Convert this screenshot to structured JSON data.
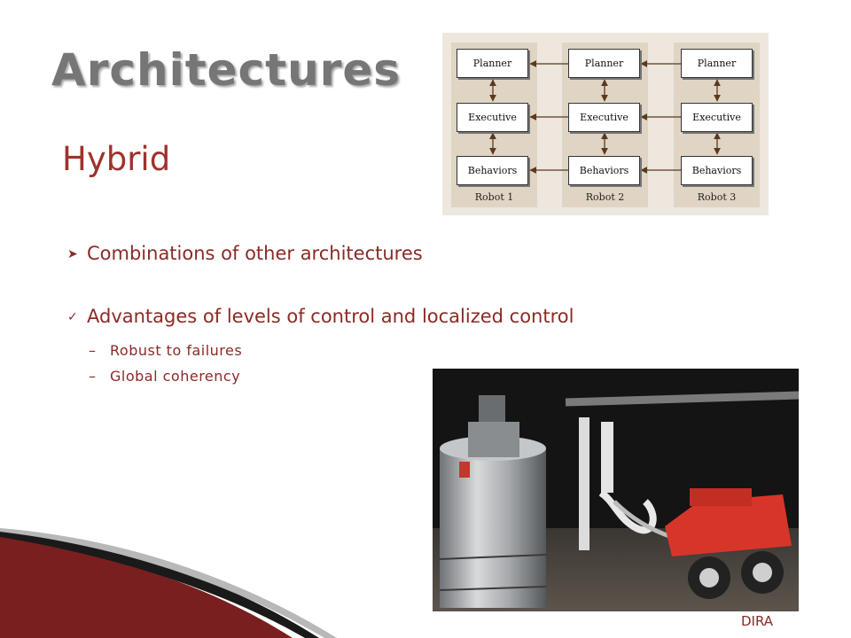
{
  "slide": {
    "title": "Architectures",
    "subtitle": "Hybrid",
    "bullets": [
      {
        "text": "Combinations of other architectures",
        "marker": "arrow-bullet-icon"
      },
      {
        "text": "Advantages of levels of control and localized control",
        "marker": "check-bullet-icon",
        "subitems": [
          "Robust to failures",
          "Global coherency"
        ]
      }
    ],
    "credit": "DIRA"
  },
  "diagram": {
    "levels": [
      "Planner",
      "Executive",
      "Behaviors"
    ],
    "robots": [
      "Robot 1",
      "Robot 2",
      "Robot 3"
    ]
  },
  "colors": {
    "accent": "#8b2a26",
    "subtitle": "#a0312c",
    "title": "#767676",
    "swoosh": "#7a1f1f"
  }
}
